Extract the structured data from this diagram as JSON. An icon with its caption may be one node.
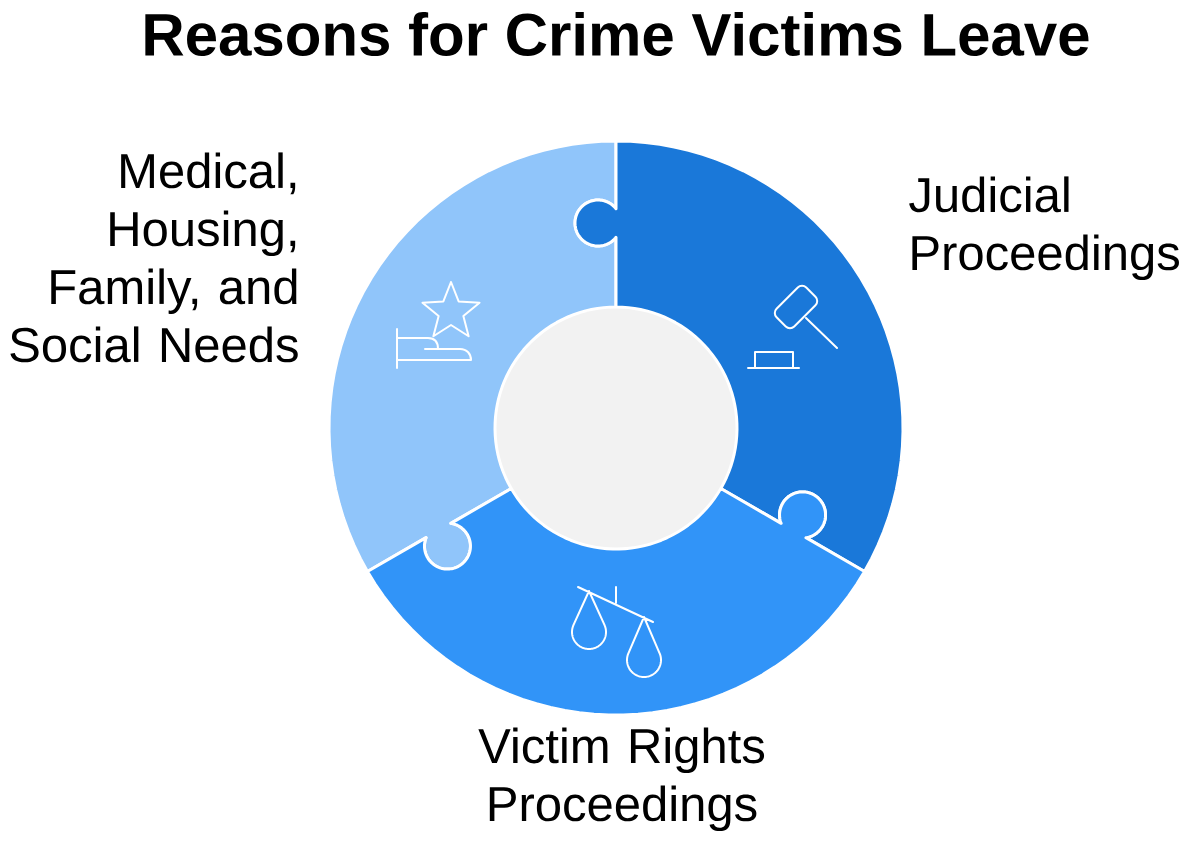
{
  "diagram": {
    "title": "Reasons for Crime Victims Leave",
    "nodes": [
      {
        "text": [],
        "shape": "segment",
        "beside": [
          "Medical, Housing, Family, and Social Needs"
        ]
      },
      {
        "text": [],
        "shape": "segment",
        "beside": [
          "Judicial Proceedings"
        ]
      },
      {
        "text": [],
        "shape": "segment",
        "beside": [
          "Victim Rights Proceedings"
        ]
      },
      {
        "text": [],
        "shape": "circle"
      }
    ]
  }
}
